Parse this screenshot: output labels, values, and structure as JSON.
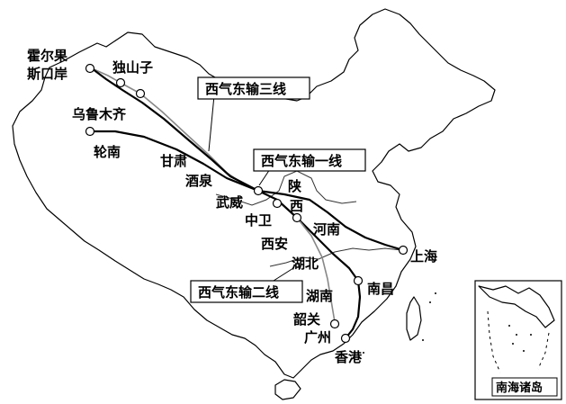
{
  "places": {
    "khorgos": [
      "霍尔果",
      "斯口岸"
    ],
    "dushanzi": "独山子",
    "urumqi": "乌鲁木齐",
    "lunnan": "轮南",
    "gansu": "甘肃",
    "jiuquan": "酒泉",
    "wuwei": "武威",
    "zhongwei": "中卫",
    "shaanxi_1": "陕",
    "shaanxi_2": "西",
    "xian": "西安",
    "henan": "河南",
    "hubei": "湖北",
    "hunan": "湖南",
    "nanchang": "南昌",
    "shaoguan": "韶关",
    "guangzhou": "广州",
    "hongkong": "香港",
    "shanghai": "上海"
  },
  "pipelines": {
    "line1": "西气东输一线",
    "line2": "西气东输二线",
    "line3": "西气东输三线"
  },
  "inset": {
    "title": "南海诸岛"
  }
}
